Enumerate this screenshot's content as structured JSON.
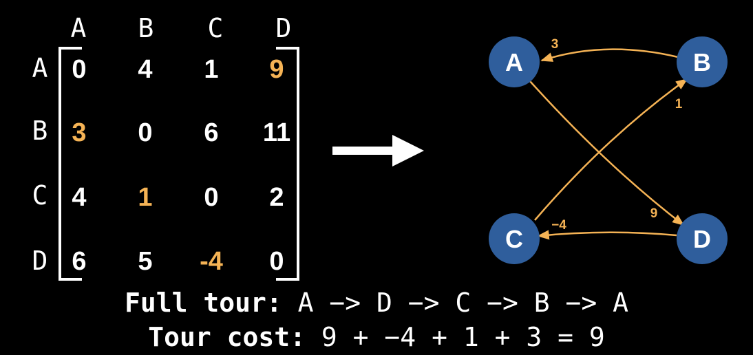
{
  "matrix": {
    "col_labels": [
      "A",
      "B",
      "C",
      "D"
    ],
    "row_labels": [
      "A",
      "B",
      "C",
      "D"
    ],
    "rows": [
      [
        "0",
        "4",
        "1",
        "9"
      ],
      [
        "3",
        "0",
        "6",
        "11"
      ],
      [
        "4",
        "1",
        "0",
        "2"
      ],
      [
        "6",
        "5",
        "-4",
        "0"
      ]
    ],
    "highlighted": [
      [
        0,
        3
      ],
      [
        1,
        0
      ],
      [
        2,
        1
      ],
      [
        3,
        2
      ]
    ]
  },
  "colors": {
    "background": "#000000",
    "text": "#ffffff",
    "highlight": "#f5b355",
    "node_fill": "#2f5e9c",
    "edge": "#f5b355"
  },
  "arrow_icon": "right-arrow-icon",
  "graph": {
    "nodes": [
      {
        "id": "A",
        "label": "A"
      },
      {
        "id": "B",
        "label": "B"
      },
      {
        "id": "C",
        "label": "C"
      },
      {
        "id": "D",
        "label": "D"
      }
    ],
    "edges": [
      {
        "from": "B",
        "to": "A",
        "weight": "3"
      },
      {
        "from": "C",
        "to": "B",
        "weight": "1"
      },
      {
        "from": "A",
        "to": "D",
        "weight": "9"
      },
      {
        "from": "D",
        "to": "C",
        "weight": "−4"
      }
    ]
  },
  "summary": {
    "tour_label": "Full tour:",
    "tour_value": "A −> D −> C −> B −> A",
    "cost_label": "Tour cost:",
    "cost_value": "9 + −4 + 1 + 3 = 9"
  }
}
